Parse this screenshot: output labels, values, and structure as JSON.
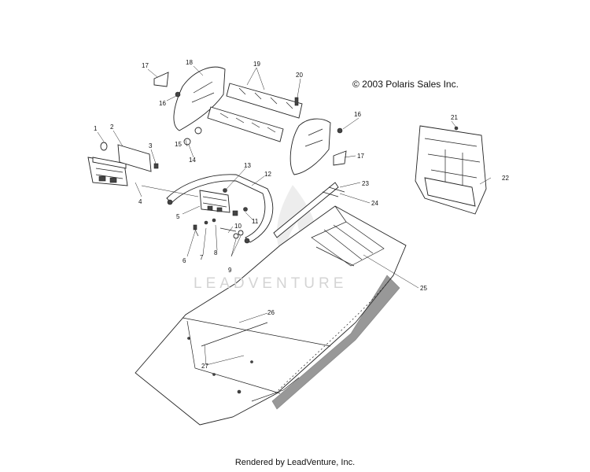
{
  "copyright": "© 2003 Polaris Sales Inc.",
  "footer": "Rendered by LeadVenture, Inc.",
  "watermark": "LEADVENTURE",
  "callouts": [
    "1",
    "2",
    "3",
    "4",
    "5",
    "6",
    "7",
    "8",
    "9",
    "10",
    "11",
    "12",
    "13",
    "14",
    "15",
    "16",
    "16",
    "17",
    "17",
    "18",
    "19",
    "20",
    "21",
    "22",
    "23",
    "24",
    "25",
    "26",
    "27"
  ]
}
